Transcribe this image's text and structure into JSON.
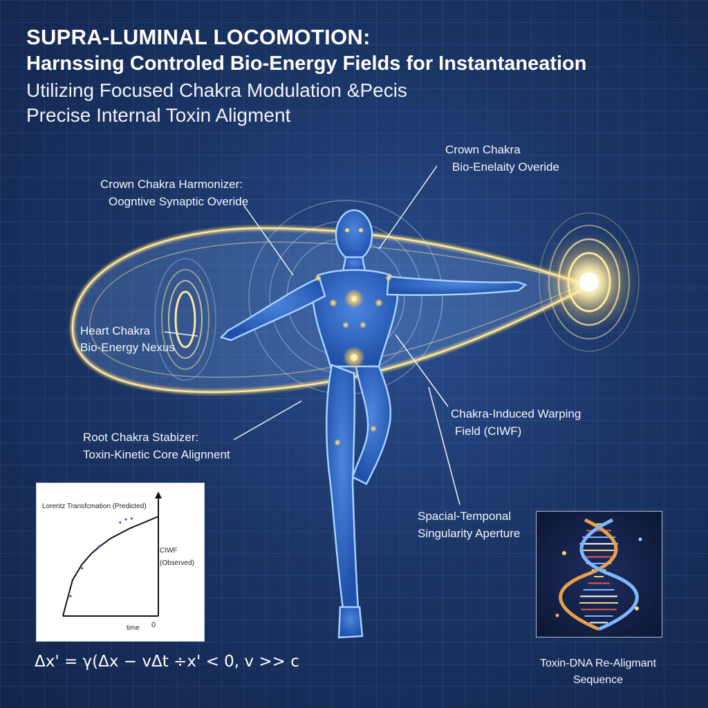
{
  "title": {
    "line1": "SUPRA-LUMINAL LOCOMOTION:",
    "line2": "Harnssing Controled Bio-Energy Fields for Instantaneation",
    "line3": "Utilizing Focused Chakra Modulation &Pecis",
    "line4": "Precise Internal Toxin Aligment"
  },
  "labels": {
    "crown_top": {
      "line1": "Crown Chakra",
      "line2": "Bio-Enelaity Overide"
    },
    "crown_harmonizer": {
      "line1": "Crown Chakra Harmonizer:",
      "line2": "Oogntive Synaptic Overide"
    },
    "heart": {
      "line1": "Heart Chakra",
      "line2": "Bio-Energy Nexus"
    },
    "warping": {
      "line1": "Chakra-Induced Warping",
      "line2": "Field (CIWF)"
    },
    "root": {
      "line1": "Root Chakra Stabizer:",
      "line2": "Toxin-Kinetic Core Alignnent"
    },
    "spacial": {
      "line1": "Spacial-Temponal",
      "line2": "Singularity Aperture"
    }
  },
  "chart": {
    "title": "Lorentz Transfcmation (Predicted)",
    "right_label_1": "CIWF",
    "right_label_2": "(Observed)",
    "x_label": "time",
    "zero_label": "0"
  },
  "chart_data": {
    "type": "line",
    "title": "Lorentz Transfcmation (Predicted)",
    "xlabel": "time",
    "ylabel": "",
    "series": [
      {
        "x": [
          0,
          0.1,
          0.2,
          0.3,
          0.4,
          0.5,
          0.6,
          0.7,
          0.8,
          0.9,
          1.0
        ],
        "y": [
          0,
          0.36,
          0.52,
          0.63,
          0.71,
          0.78,
          0.83,
          0.88,
          0.92,
          0.96,
          1.0
        ]
      }
    ],
    "scatter_points": {
      "x": [
        0.08,
        0.2,
        0.38,
        0.6,
        0.66,
        0.72
      ],
      "y": [
        0.2,
        0.48,
        0.7,
        0.94,
        0.97,
        0.98
      ]
    }
  },
  "equation": "Δx' = γ(Δx − vΔt ÷x' < 0, v >> c",
  "dna": {
    "caption_line1": "Toxin-DNA Re-Aligmant",
    "caption_line2": "Sequence"
  },
  "colors": {
    "background": "#1b3566",
    "glow": "#f3d36a",
    "body": "#3e72d0",
    "outline": "#a6d2ff"
  }
}
